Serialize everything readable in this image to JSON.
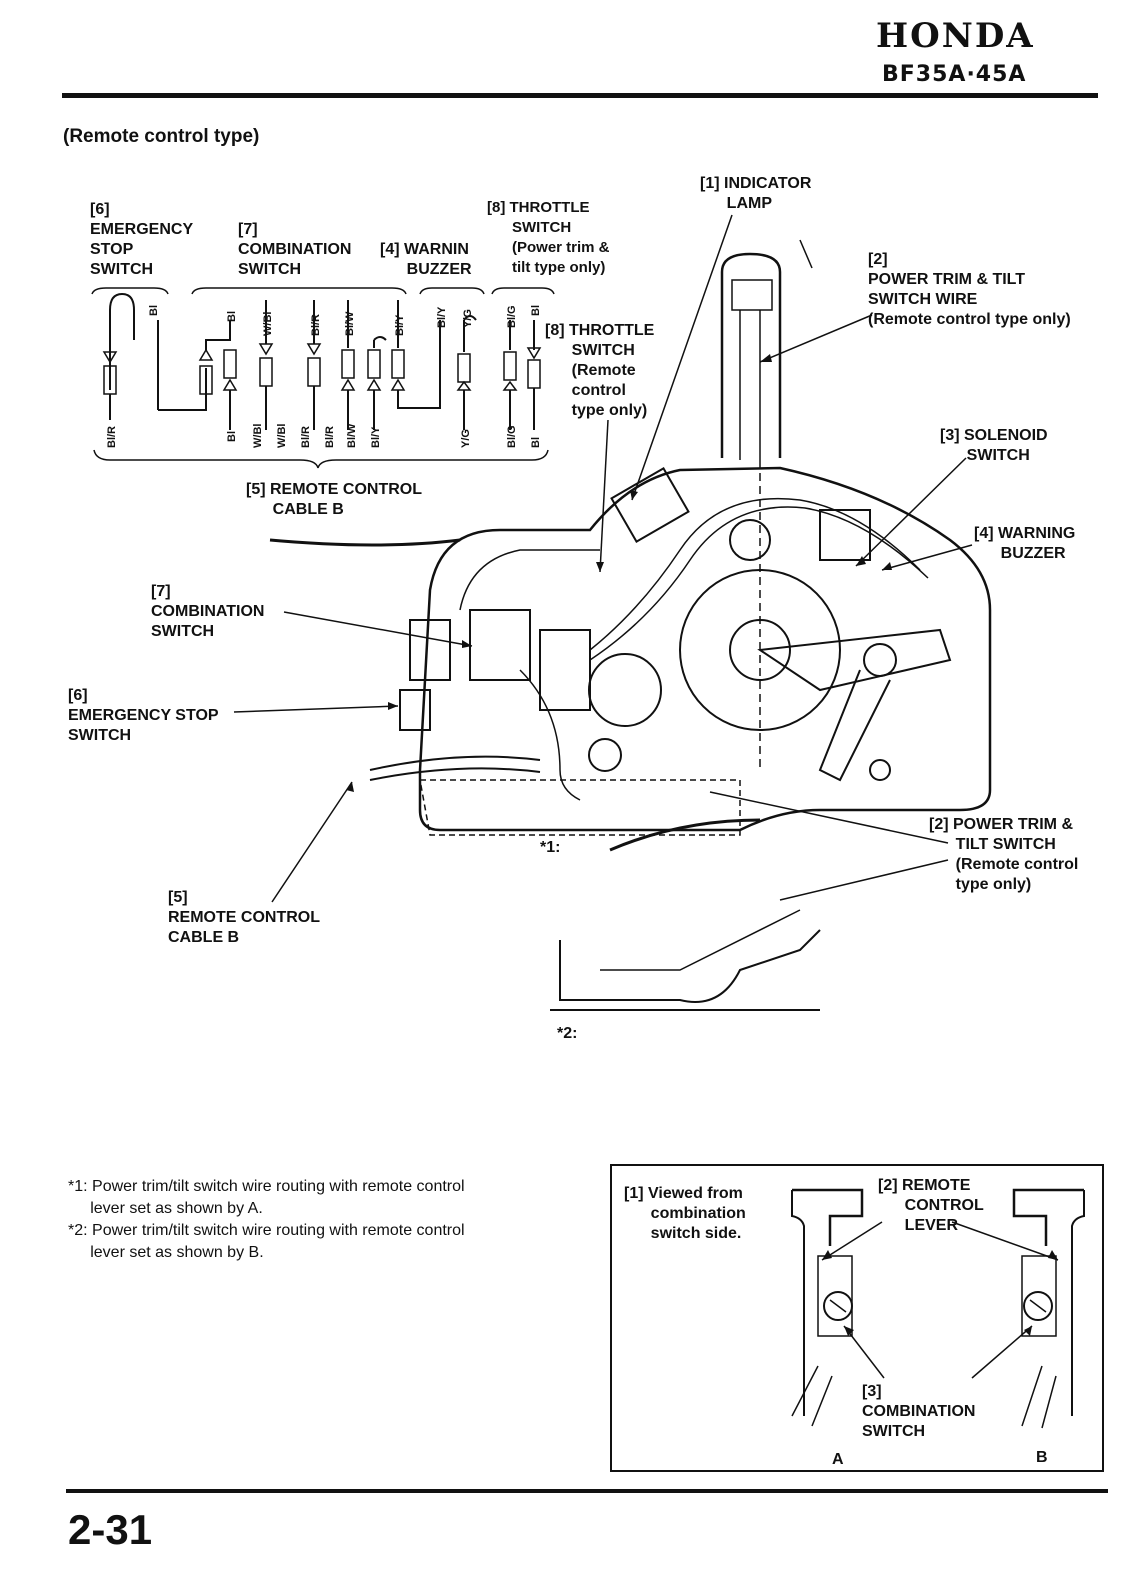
{
  "header": {
    "brand": "HONDA",
    "model": "BF35A·45A"
  },
  "section_title": "(Remote control type)",
  "schematic": {
    "group_labels": {
      "emergency_stop": "[6]\nEMERGENCY\nSTOP\nSWITCH",
      "combination": "[7]\nCOMBINATION\nSWITCH",
      "warning_buzzer": "[4] WARNIN\n      BUZZER",
      "throttle_switch_power": "[8] THROTTLE\n      SWITCH\n      (Power trim &\n      tilt type only)"
    },
    "top_wires": [
      "Bl",
      "Bl",
      "W/Bl",
      "Bl/R",
      "Bl/W",
      "Bl/Y",
      "Bl/Y",
      "Y/G",
      "Bl/G",
      "Bl"
    ],
    "bottom_wires": [
      "Bl/R",
      "Bl",
      "W/Bl",
      "W/Bl",
      "Bl/R",
      "Bl/R",
      "Bl/W",
      "Bl/Y",
      "Y/G",
      "Bl/G",
      "Bl"
    ],
    "cable_label": "[5] REMOTE CONTROL\n      CABLE B"
  },
  "callouts": {
    "indicator_lamp": "[1] INDICATOR\n      LAMP",
    "power_trim_wire": "[2]\nPOWER TRIM & TILT\nSWITCH WIRE\n(Remote control type only)",
    "throttle_remote": "[8] THROTTLE\n      SWITCH\n      (Remote\n      control\n      type only)",
    "solenoid": "[3] SOLENOID\n      SWITCH",
    "warning_buzzer": "[4] WARNING\n      BUZZER",
    "combination_switch": "[7]\nCOMBINATION\nSWITCH",
    "emergency_stop": "[6]\nEMERGENCY STOP\nSWITCH",
    "power_trim_switch": "[2] POWER TRIM &\n      TILT SWITCH\n      (Remote control\n      type only)",
    "remote_cable": "[5]\nREMOTE CONTROL\nCABLE B",
    "mark1": "*1:",
    "mark2": "*2:"
  },
  "notes": {
    "note1": "*1: Power trim/tilt switch wire routing with remote control\n     lever set as shown by A.",
    "note2": "*2: Power trim/tilt switch wire routing with remote control\n     lever set as shown by B."
  },
  "inset": {
    "viewed_from": "[1] Viewed from\n      combination\n      switch side.",
    "remote_lever": "[2] REMOTE\n      CONTROL\n      LEVER",
    "combination": "[3]\nCOMBINATION\nSWITCH",
    "label_a": "A",
    "label_b": "B"
  },
  "footer": {
    "page_number": "2-31"
  }
}
